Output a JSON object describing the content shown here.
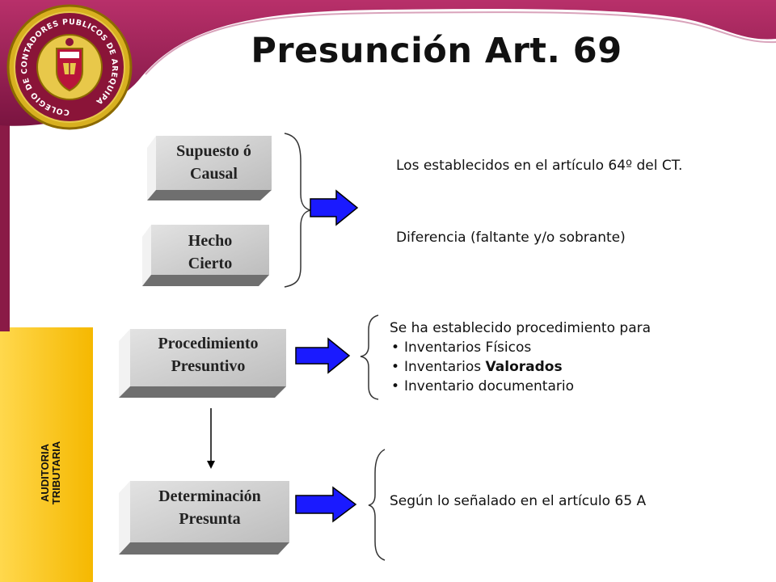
{
  "title": "Presunción Art. 69",
  "sidebar_label_line1": "AUDITORIA",
  "sidebar_label_line2": "TRIBUTARIA",
  "logo_text": "COLEGIO DE CONTADORES PUBLICOS DE AREQUIPA",
  "colors": {
    "header_maroon": "#8a1a46",
    "sidebar_yellow": "#ffcc33",
    "arrow_blue": "#1a1aff",
    "box_gray": "#d2d2d2"
  },
  "boxes": {
    "supuesto": {
      "line1": "Supuesto ó",
      "line2": "Causal"
    },
    "hecho": {
      "line1": "Hecho",
      "line2": "Cierto"
    },
    "procedimiento": {
      "line1": "Procedimiento",
      "line2": "Presuntivo"
    },
    "determinacion": {
      "line1": "Determinación",
      "line2": "Presunta"
    }
  },
  "texts": {
    "articulo64": "Los establecidos en el artículo 64º del CT.",
    "diferencia": "Diferencia (faltante y/o sobrante)",
    "procedimiento_intro": "Se ha establecido procedimiento para",
    "bullets": {
      "item1": "Inventarios Físicos",
      "item2_prefix": "Inventarios ",
      "item2_bold": "Valorados",
      "item3": "Inventario documentario"
    },
    "articulo65": "Según lo señalado en el artículo 65 A"
  }
}
